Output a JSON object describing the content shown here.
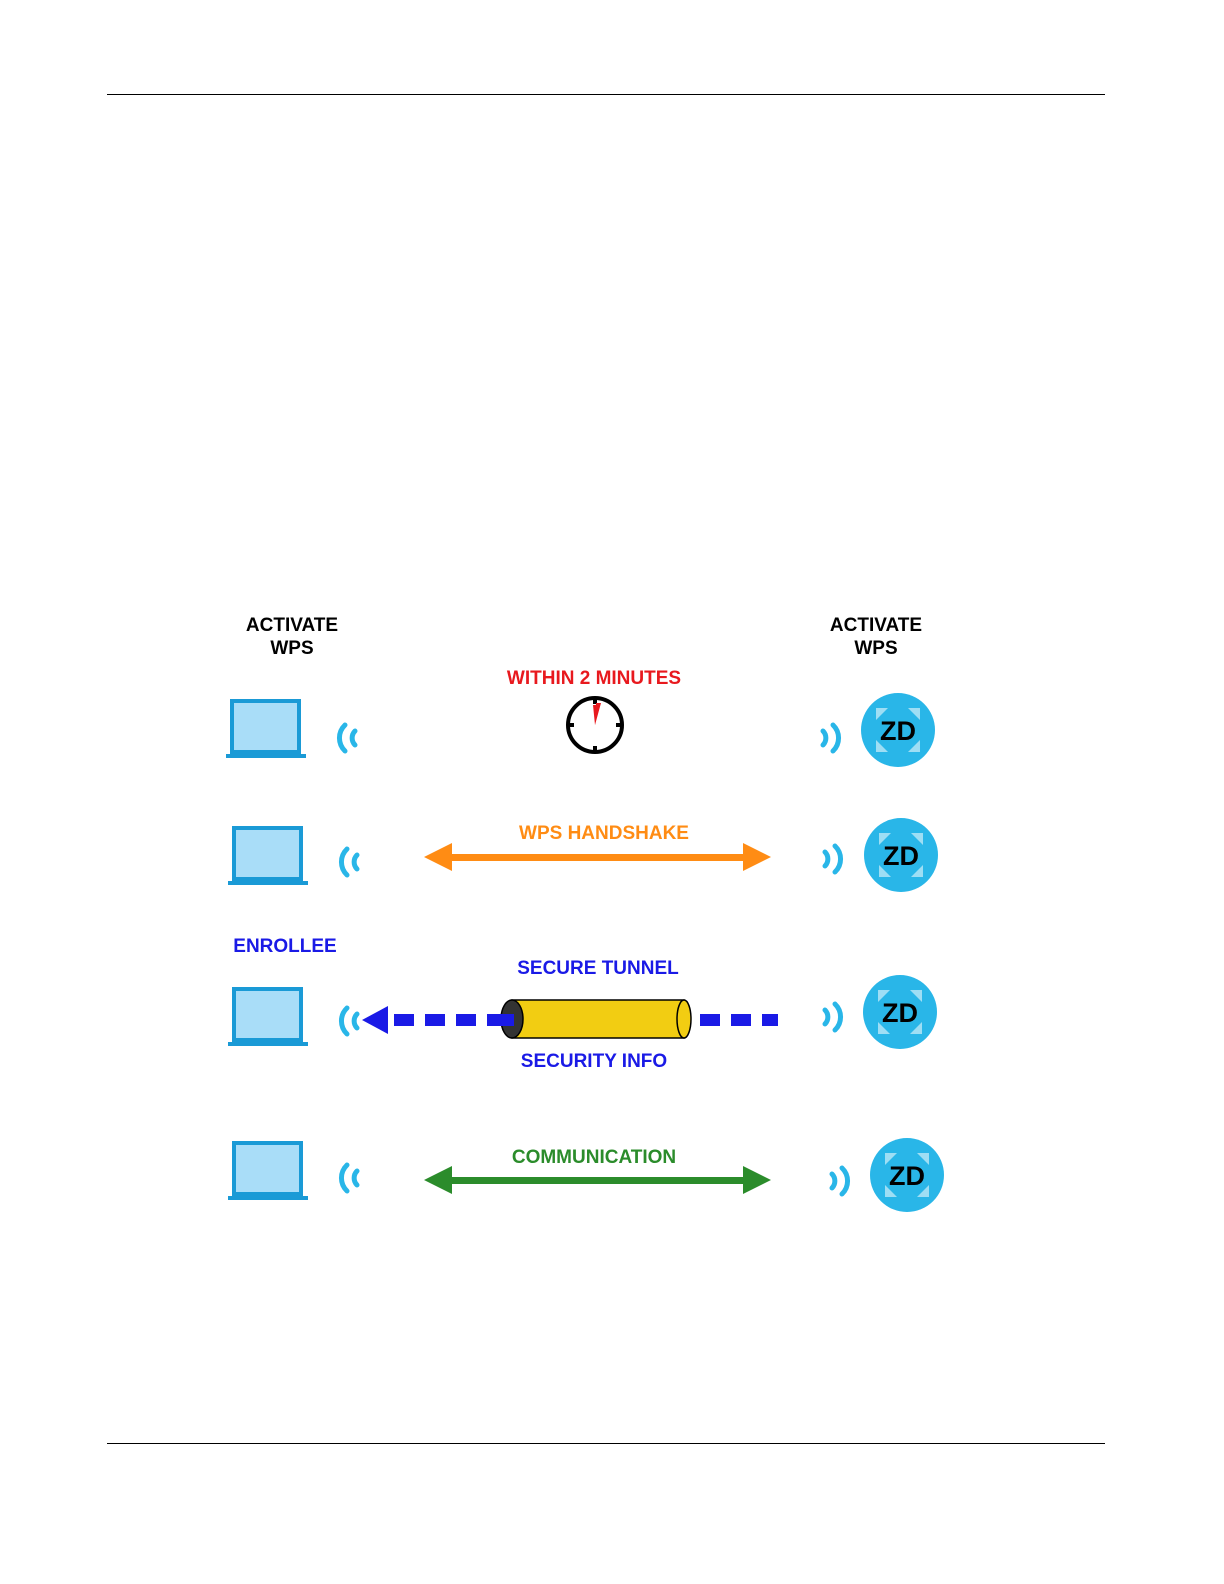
{
  "diagram": {
    "labels": {
      "activate_left": [
        "ACTIVATE",
        "WPS"
      ],
      "activate_right": [
        "ACTIVATE",
        "WPS"
      ],
      "within": "WITHIN 2 MINUTES",
      "handshake": "WPS HANDSHAKE",
      "enrollee": "ENROLLEE",
      "secure_tunnel": "SECURE TUNNEL",
      "security_info": "SECURITY INFO",
      "communication": "COMMUNICATION"
    },
    "device_text": "ZD",
    "colors": {
      "red": "#e8191e",
      "orange": "#ff8c14",
      "blue": "#1a1ae6",
      "green": "#2b8c2b",
      "cyan": "#29b6e8",
      "laptop_fill": "#a9ddf8",
      "laptop_stroke": "#1a9ad6",
      "tunnel": "#f2cd12"
    }
  }
}
